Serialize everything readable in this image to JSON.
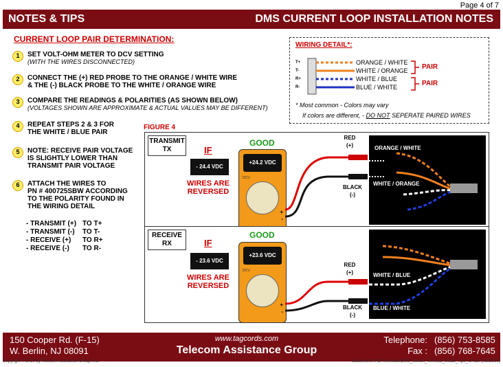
{
  "page_number": "Page 4 of 7",
  "header": {
    "left": "NOTES & TIPS",
    "right": "DMS CURRENT LOOP INSTALLATION NOTES"
  },
  "section_title": "CURRENT LOOP PAIR DETERMINATION:",
  "steps": [
    {
      "num": "1",
      "text": "SET VOLT-OHM METER TO DCV SETTING",
      "sub": "(WITH THE WIRES DISCONNECTED)"
    },
    {
      "num": "2",
      "text": "CONNECT THE (+) RED PROBE TO THE ORANGE / WHITE WIRE",
      "text2": "& THE (-) BLACK PROBE TO THE WHITE / ORANGE WIRE"
    },
    {
      "num": "3",
      "text": "COMPARE THE READINGS & POLARITIES (AS SHOWN BELOW)",
      "sub": "(VOLTAGES SHOWN ARE APPROXIMATE & ACTUAL VALUES MAY BE DIFFERENT)"
    },
    {
      "num": "4",
      "text": "REPEAT STEPS 2 & 3 FOR",
      "text2": "THE WHITE / BLUE PAIR"
    },
    {
      "num": "5",
      "text": "NOTE: RECEIVE PAIR VOLTAGE",
      "text2": "IS SLIGHTLY LOWER THAN",
      "text3": "TRANSMIT PAIR VOLTAGE"
    },
    {
      "num": "6",
      "text": "ATTACH THE WIRES TO",
      "text2": "PN # 400725SBW ACCORDING",
      "text3": "TO THE POLARITY FOUND IN",
      "text4": "THE WIRING DETAIL"
    }
  ],
  "terminal_list": [
    {
      "label": "- TRANSMIT (+)",
      "to": "TO  T+"
    },
    {
      "label": "- TRANSMIT (-)",
      "to": "TO  T-"
    },
    {
      "label": "- RECEIVE (+)",
      "to": "TO  R+"
    },
    {
      "label": "- RECEIVE (-)",
      "to": "TO  R-"
    }
  ],
  "wiring_detail": {
    "title": "WIRING DETAIL*:",
    "terminals": [
      "T+",
      "T-",
      "R+",
      "R-"
    ],
    "wires": [
      "ORANGE / WHITE",
      "WHITE / ORANGE",
      "WHITE / BLUE",
      "BLUE / WHITE"
    ],
    "pair_label": "PAIR",
    "note1": "* Most common - Colors may vary",
    "note2_prefix": "If colors are different,  - ",
    "note2_emph": "DO NOT",
    "note2_suffix": " SEPERATE PAIRED WIRES"
  },
  "figure_label": "FIGURE 4",
  "panels": [
    {
      "label1": "TRANSMIT",
      "label2": "TX",
      "if": "IF",
      "neg_reading": "- 24.4 VDC",
      "good": "GOOD",
      "pos_reading": "+24.2 VDC",
      "reversed1": "WIRES ARE",
      "reversed2": "REVERSED",
      "wire_top": "ORANGE / WHITE",
      "wire_bottom": "WHITE / ORANGE"
    },
    {
      "label1": "RECEIVE",
      "label2": "RX",
      "if": "IF",
      "neg_reading": "- 23.6 VDC",
      "good": "GOOD",
      "pos_reading": "+23.6 VDC",
      "reversed1": "WIRES ARE",
      "reversed2": "REVERSED",
      "wire_top": "WHITE / BLUE",
      "wire_bottom": "BLUE / WHITE"
    }
  ],
  "probes": {
    "red": "RED",
    "red_sign": "(+)",
    "black": "BLACK",
    "black_sign": "(-)"
  },
  "meter": {
    "dcv": "DCV",
    "plus": "+",
    "minus": "-"
  },
  "footer": {
    "address1": "150 Cooper Rd. (F-15)",
    "address2": "W. Berlin, NJ  08091",
    "url": "www.tagcords.com",
    "company": "Telecom  Assistance Group",
    "tel_label": "Telephone:",
    "fax_label": "Fax :",
    "tel": "(856) 753-8585",
    "fax": "(856) 768-7645"
  },
  "copyright": "Copyright © 2020 by Telecom Assistance Group, Inc.",
  "datasheet": "datasheets\\TAG Terminals\\DMS_Switch_Terminal_Install_Tips_r14.dsf (08/28/20)",
  "colors": {
    "brand": "#7a0c14",
    "accent_red": "#cc0000",
    "good_green": "#1a9a1a",
    "meter_orange": "#f39a1a"
  }
}
